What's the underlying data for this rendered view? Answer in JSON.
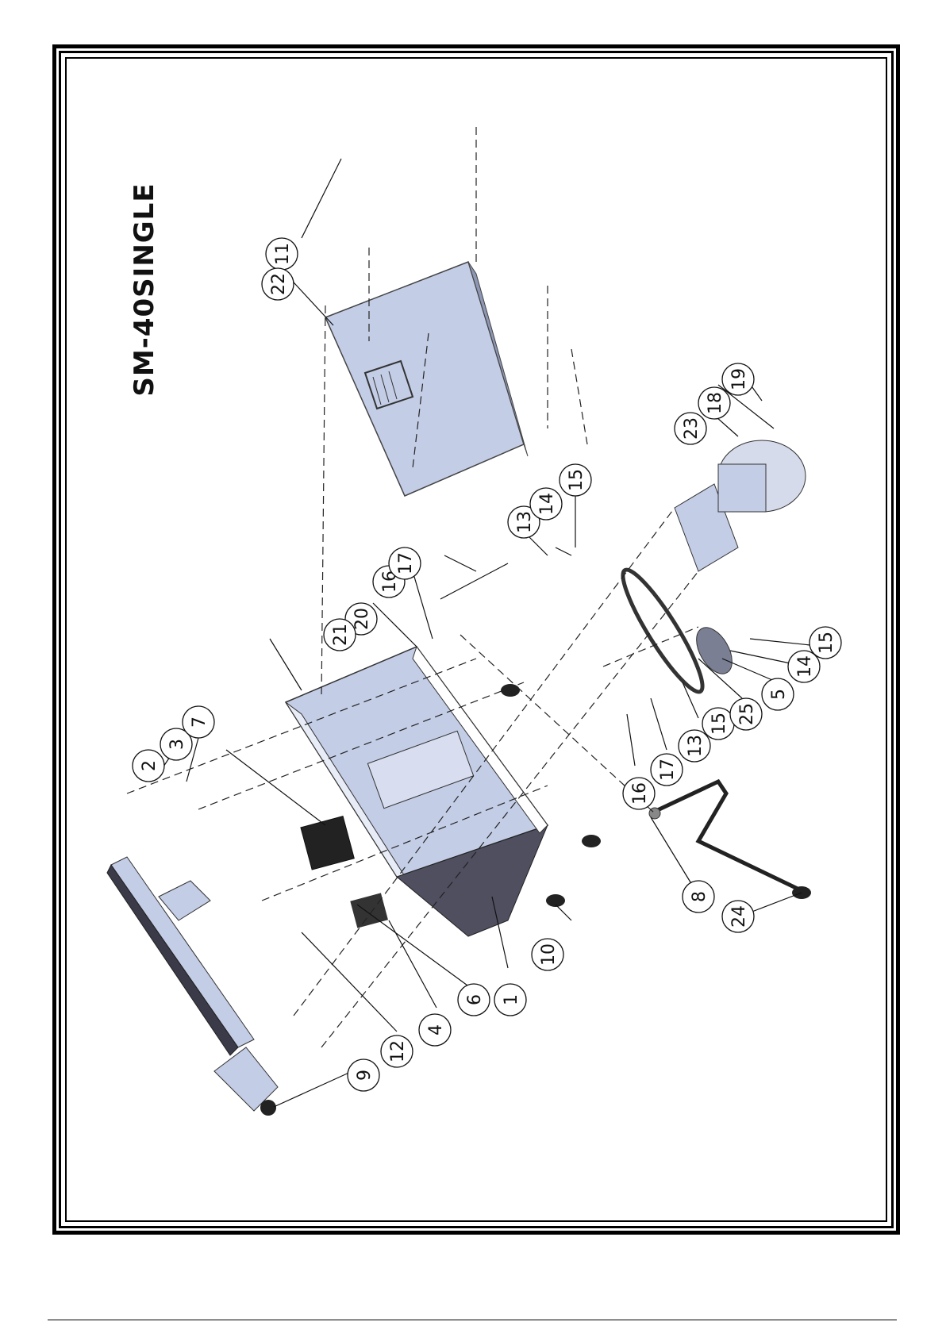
{
  "title": "SM-40SINGLE",
  "callouts": [
    "1",
    "2",
    "3",
    "4",
    "5",
    "6",
    "7",
    "8",
    "9",
    "10",
    "11",
    "12",
    "13",
    "14",
    "15",
    "16",
    "17",
    "18",
    "19",
    "20",
    "21",
    "22",
    "23",
    "24",
    "25"
  ],
  "colors": {
    "panel": "#c3cde6",
    "panel_dark": "#4a4a5a",
    "line": "#000000"
  }
}
